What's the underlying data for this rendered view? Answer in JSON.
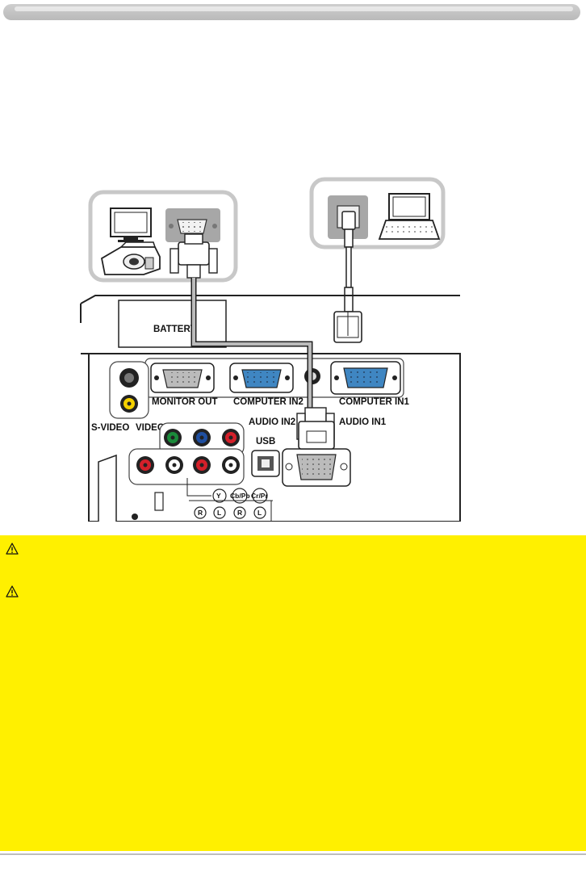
{
  "labels": {
    "battery": "BATTERY",
    "monitor_out": "MONITOR OUT",
    "computer_in2": "COMPUTER IN2",
    "computer_in1": "COMPUTER IN1",
    "s_video": "S-VIDEO",
    "video": "VIDEO",
    "audio_in2": "AUDIO IN2",
    "audio_in1": "AUDIO IN1",
    "usb": "USB",
    "y": "Y",
    "cb_pb": "Cb/Pb",
    "cr_pr": "Cr/Pr",
    "r1": "R",
    "l1": "L",
    "r2": "R",
    "l2": "L"
  },
  "icons": {
    "warning_1": "warning-triangle-icon",
    "warning_2": "warning-triangle-icon"
  },
  "colors": {
    "header_bar": "#c4c4c4",
    "warning_background": "#fff000",
    "component_green": "#1a8a3a",
    "component_blue": "#1f4fa0",
    "component_red": "#d4202a",
    "video_yellow": "#f4d000",
    "port_blue": "#3f86c2"
  }
}
